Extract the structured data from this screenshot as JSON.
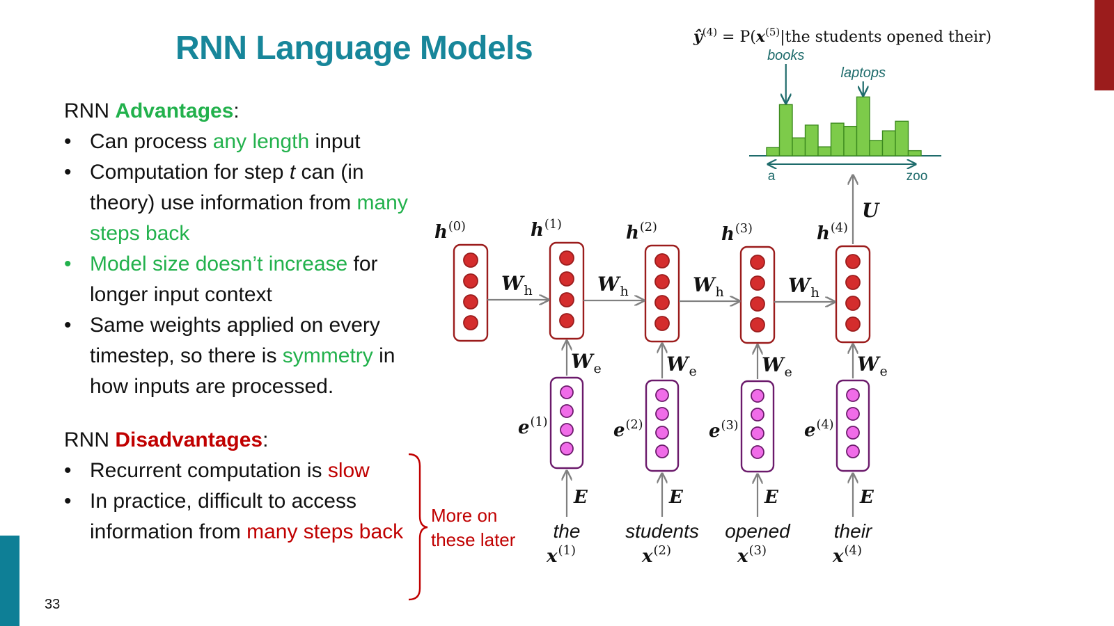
{
  "slide": {
    "title": "RNN Language Models",
    "page_number": "33"
  },
  "advantages": {
    "prefix": "RNN ",
    "heading": "Advantages",
    "suffix": ":",
    "items": [
      {
        "parts": [
          {
            "text": "Can process ",
            "style": ""
          },
          {
            "text": "any length",
            "style": "green"
          },
          {
            "text": " input",
            "style": ""
          }
        ]
      },
      {
        "parts": [
          {
            "text": "Computation for step ",
            "style": ""
          },
          {
            "text": "t",
            "style": "italic"
          },
          {
            "text": " can (in theory) use information from ",
            "style": ""
          },
          {
            "text": "many steps back",
            "style": "green"
          }
        ]
      },
      {
        "parts": [
          {
            "text": "Model size doesn’t increase",
            "style": "green"
          },
          {
            "text": " for longer input context",
            "style": ""
          }
        ],
        "bullet": "green"
      },
      {
        "parts": [
          {
            "text": "Same weights applied on every timestep, so there is ",
            "style": ""
          },
          {
            "text": "symmetry",
            "style": "green"
          },
          {
            "text": " in how inputs are processed.",
            "style": ""
          }
        ]
      }
    ]
  },
  "disadvantages": {
    "prefix": "RNN ",
    "heading": "Disadvantages",
    "suffix": ":",
    "items": [
      {
        "parts": [
          {
            "text": "Recurrent computation is ",
            "style": ""
          },
          {
            "text": "slow",
            "style": "red"
          }
        ]
      },
      {
        "parts": [
          {
            "text": "In practice, difficult to access information from ",
            "style": ""
          },
          {
            "text": "many steps back",
            "style": "red"
          }
        ]
      }
    ],
    "note": "More on these later"
  },
  "diagram": {
    "colors": {
      "hidden_fill": "#d42d2d",
      "hidden_border": "#9b1c1c",
      "embed_fill": "#f06ce8",
      "embed_border": "#6b1a6b",
      "arrow": "#808080",
      "bar_fill": "#7dcb4a",
      "bar_stroke": "#3c8a1f",
      "dist_label": "#1e6b6b",
      "brace": "#c00000"
    },
    "equation": {
      "lhs": "ŷ",
      "lhs_sup": "(4)",
      "middle": " = P(",
      "x": "x",
      "x_sup": "(5)",
      "rest": "|the students opened their)"
    },
    "distribution": {
      "values": [
        0.13,
        0.8,
        0.28,
        0.48,
        0.14,
        0.51,
        0.46,
        0.92,
        0.24,
        0.39,
        0.54,
        0.08
      ],
      "peak_labels": [
        {
          "text": "books",
          "index": 1
        },
        {
          "text": "laptops",
          "index": 7
        }
      ],
      "range_start": "a",
      "range_end": "zoo"
    },
    "output_weight": {
      "letter": "U"
    },
    "hidden_states": [
      {
        "name": "h",
        "sup": "(0)"
      },
      {
        "name": "h",
        "sup": "(1)"
      },
      {
        "name": "h",
        "sup": "(2)"
      },
      {
        "name": "h",
        "sup": "(3)"
      },
      {
        "name": "h",
        "sup": "(4)"
      }
    ],
    "recurrent_weight": {
      "letter": "W",
      "sub": "h"
    },
    "embedding_weight": {
      "letter": "W",
      "sub": "e"
    },
    "embeddings": [
      {
        "name": "e",
        "sup": "(1)"
      },
      {
        "name": "e",
        "sup": "(2)"
      },
      {
        "name": "e",
        "sup": "(3)"
      },
      {
        "name": "e",
        "sup": "(4)"
      }
    ],
    "embedding_matrix": {
      "letter": "E"
    },
    "inputs": [
      {
        "word": "the",
        "name": "x",
        "sup": "(1)"
      },
      {
        "word": "students",
        "name": "x",
        "sup": "(2)"
      },
      {
        "word": "opened",
        "name": "x",
        "sup": "(3)"
      },
      {
        "word": "their",
        "name": "x",
        "sup": "(4)"
      }
    ]
  }
}
